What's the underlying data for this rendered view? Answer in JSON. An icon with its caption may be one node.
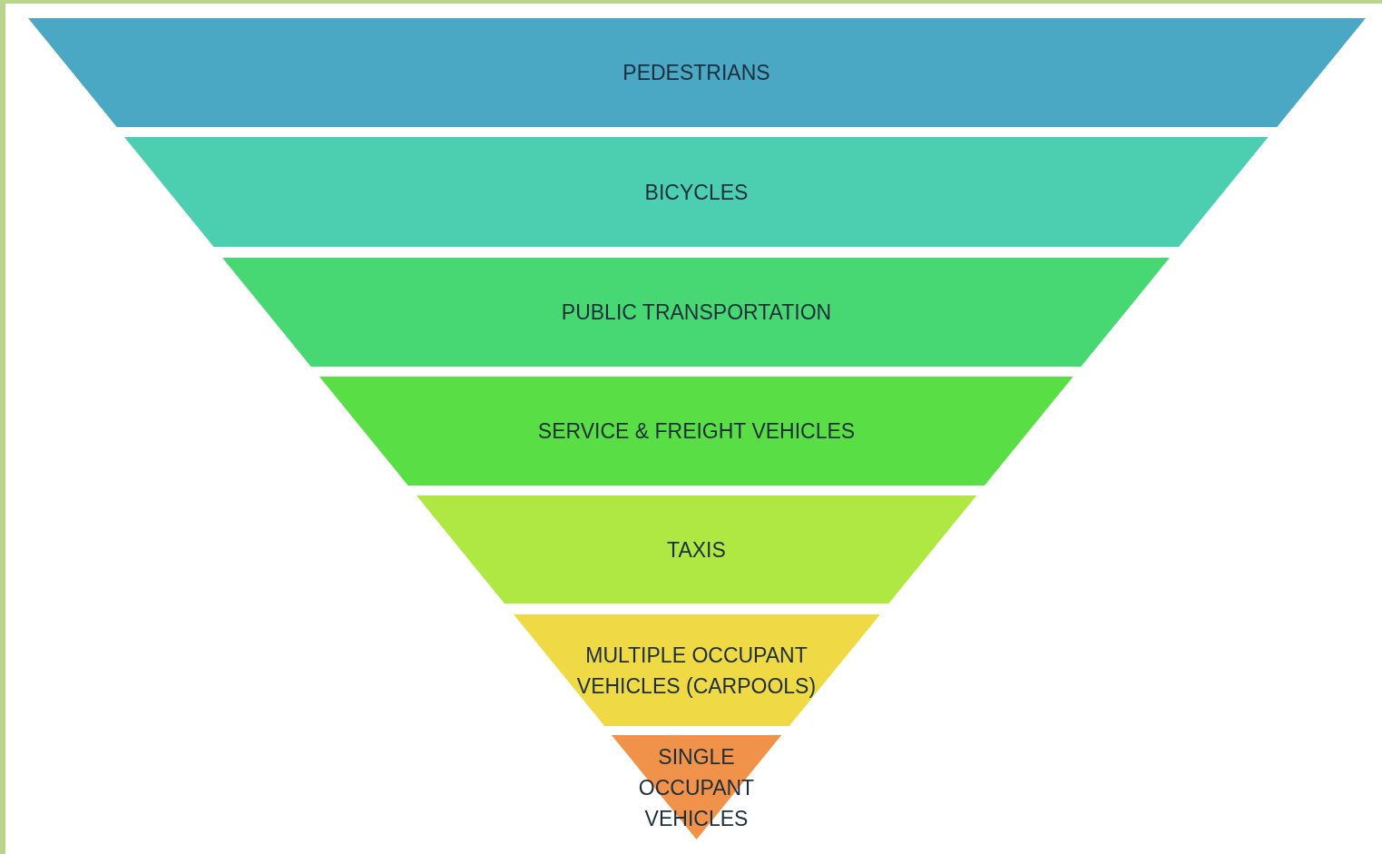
{
  "diagram": {
    "nodes": [
      {
        "text": [
          "PEDESTRIANS"
        ]
      },
      {
        "text": [
          "BICYCLES"
        ]
      },
      {
        "text": [
          "PUBLIC TRANSPORTATION"
        ]
      },
      {
        "text": [
          "SERVICE & FREIGHT VEHICLES"
        ]
      },
      {
        "text": [
          "TAXIS"
        ]
      },
      {
        "text": [
          "MULTIPLE OCCUPANT VEHICLES (CARPOOLS)"
        ]
      },
      {
        "text": [
          "SINGLE OCCUPANT VEHICLES"
        ]
      }
    ]
  }
}
